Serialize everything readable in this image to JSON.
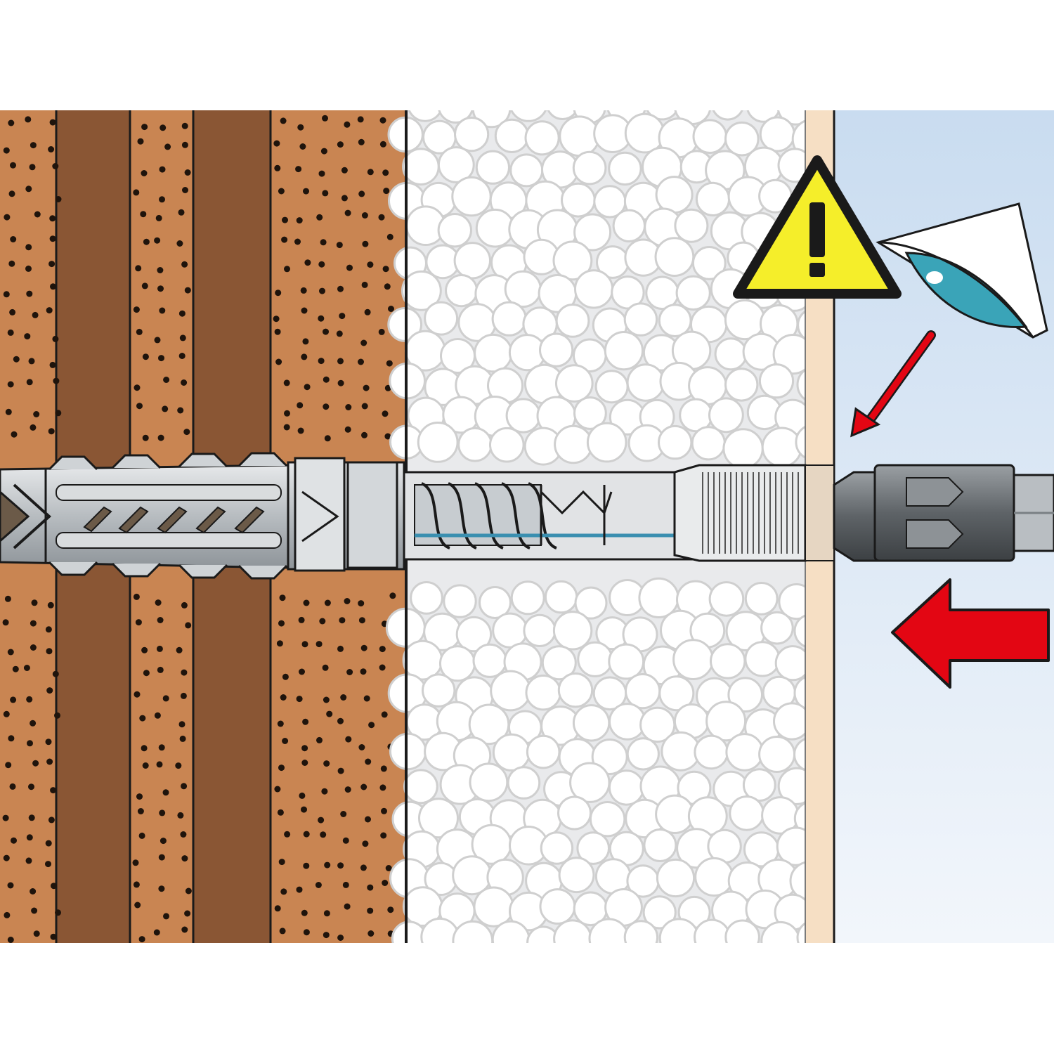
{
  "diagram": {
    "labels": [],
    "layers": [
      {
        "name": "brick-masonry",
        "fill": "#c98552",
        "stripe": "#8a5634",
        "dots": "#1f140c"
      },
      {
        "name": "insulation-foam",
        "fill": "#f2f2f2",
        "bead_outline": "#cfcfcf"
      },
      {
        "name": "plaster",
        "fill": "#f6dfc4"
      },
      {
        "name": "exterior-air",
        "fill_top": "#c9dcf0",
        "fill_bottom": "#f2f6fb"
      }
    ],
    "icons": {
      "warning": "warning-triangle-icon",
      "eye": "eye-icon",
      "attention_arrow": "arrow-diagonal-icon",
      "direction_arrow": "arrow-left-icon"
    },
    "colors": {
      "warning_yellow": "#f5ee2a",
      "arrow_red": "#e30613",
      "eye_teal": "#3aa4b8",
      "anchor_gray": "#bfc3c6",
      "outline": "#1a1a1a"
    }
  }
}
